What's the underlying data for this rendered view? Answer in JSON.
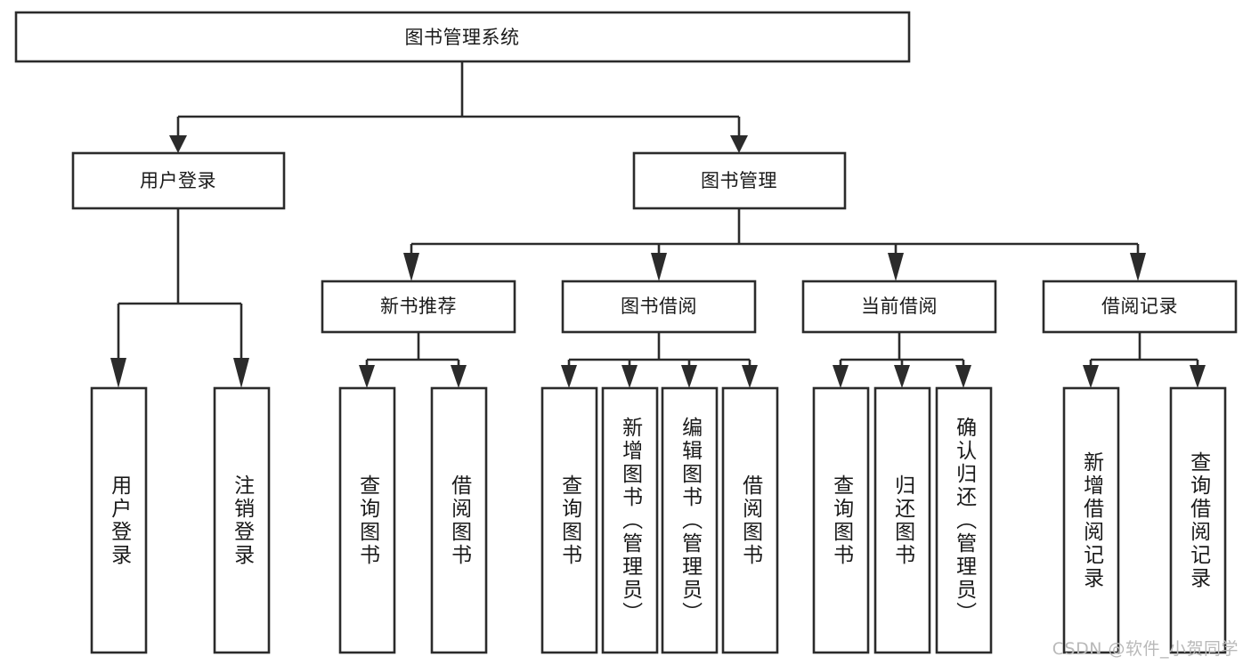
{
  "diagram": {
    "type": "tree",
    "title": "图书管理系统",
    "orientation": "top-down",
    "colors": {
      "box_stroke": "#2b2b2b",
      "box_fill": "#ffffff",
      "text": "#1a1a1a",
      "background": "#ffffff",
      "watermark": "#b9b9b9"
    },
    "root": {
      "label": "图书管理系统"
    },
    "level2": [
      {
        "label": "用户登录"
      },
      {
        "label": "图书管理"
      }
    ],
    "level3": [
      {
        "label": "新书推荐"
      },
      {
        "label": "图书借阅"
      },
      {
        "label": "当前借阅"
      },
      {
        "label": "借阅记录"
      }
    ],
    "leaves": {
      "user_login": [
        {
          "label": "用户登录"
        },
        {
          "label": "注销登录"
        }
      ],
      "new_book_recommend": [
        {
          "label": "查询图书"
        },
        {
          "label": "借阅图书"
        }
      ],
      "book_borrow": [
        {
          "label": "查询图书"
        },
        {
          "label": "新增图书（管理员）"
        },
        {
          "label": "编辑图书（管理员）"
        },
        {
          "label": "借阅图书"
        }
      ],
      "current_borrow": [
        {
          "label": "查询图书"
        },
        {
          "label": "归还图书"
        },
        {
          "label": "确认归还（管理员）"
        }
      ],
      "borrow_records": [
        {
          "label": "新增借阅记录"
        },
        {
          "label": "查询借阅记录"
        }
      ]
    }
  },
  "watermark": {
    "text": "CSDN @软件_小贺同学"
  }
}
